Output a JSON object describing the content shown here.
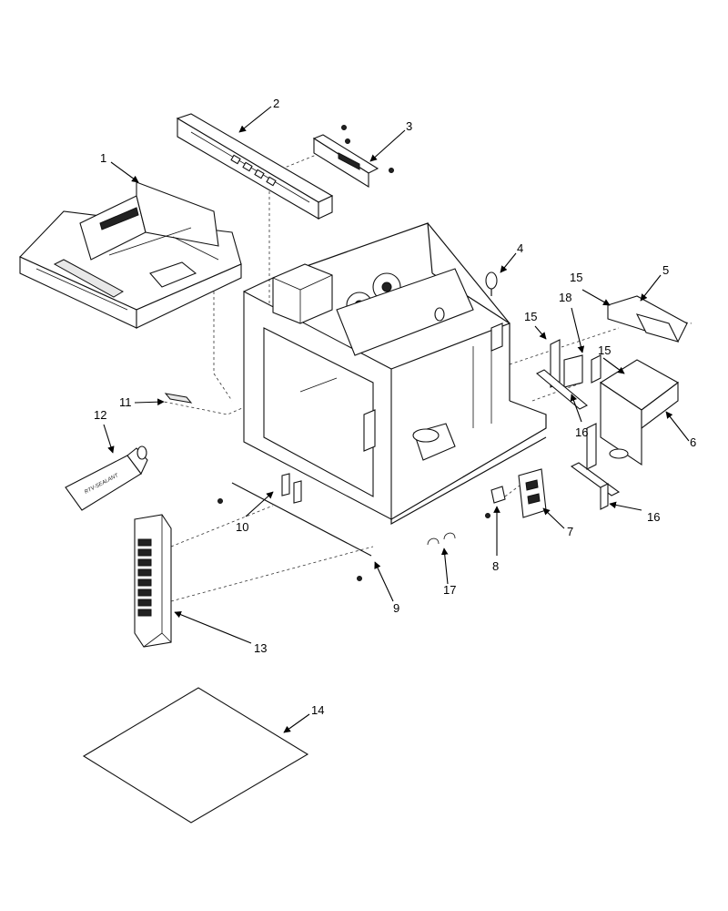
{
  "diagram": {
    "callouts": [
      {
        "id": "1",
        "label": "1"
      },
      {
        "id": "2",
        "label": "2"
      },
      {
        "id": "3",
        "label": "3"
      },
      {
        "id": "4",
        "label": "4"
      },
      {
        "id": "5",
        "label": "5"
      },
      {
        "id": "6",
        "label": "6"
      },
      {
        "id": "7",
        "label": "7"
      },
      {
        "id": "8",
        "label": "8"
      },
      {
        "id": "9",
        "label": "9"
      },
      {
        "id": "10",
        "label": "10"
      },
      {
        "id": "11",
        "label": "11"
      },
      {
        "id": "12",
        "label": "12"
      },
      {
        "id": "13",
        "label": "13"
      },
      {
        "id": "14",
        "label": "14"
      },
      {
        "id": "15a",
        "label": "15"
      },
      {
        "id": "15b",
        "label": "15"
      },
      {
        "id": "15c",
        "label": "15"
      },
      {
        "id": "16a",
        "label": "16"
      },
      {
        "id": "16b",
        "label": "16"
      },
      {
        "id": "17",
        "label": "17"
      },
      {
        "id": "18",
        "label": "18"
      }
    ],
    "tube_label": "RTV-SEALANT"
  }
}
